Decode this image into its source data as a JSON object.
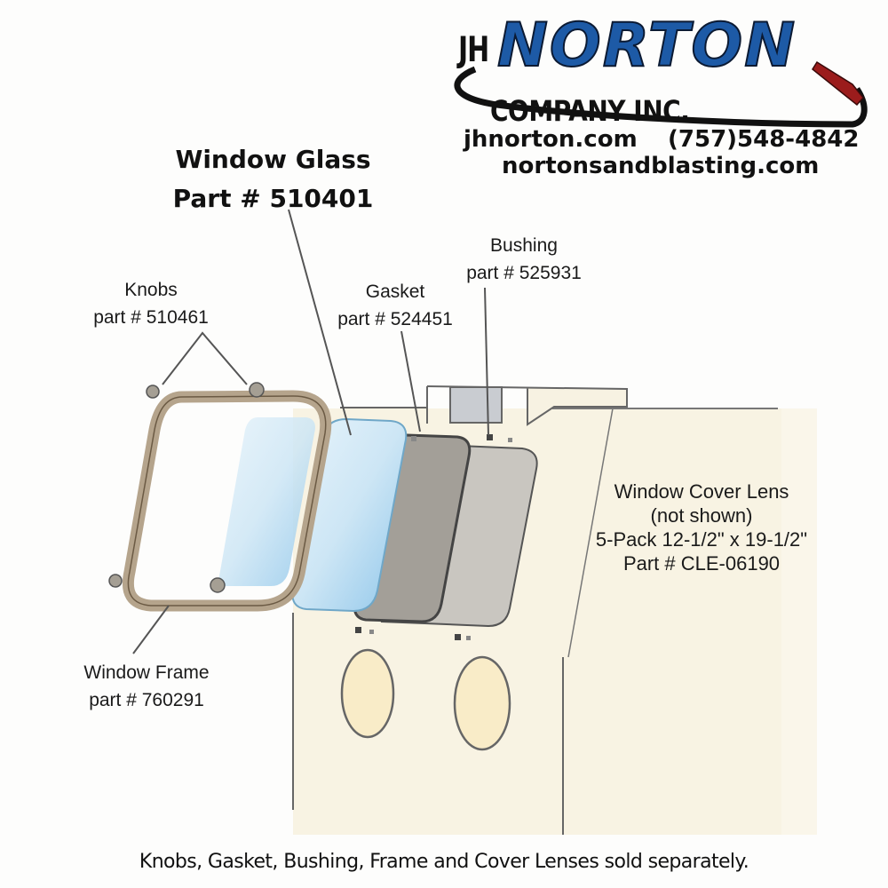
{
  "logo": {
    "prefix": "JH",
    "name": "NORTON",
    "suffix": "COMPANY INC.",
    "website": "jhnorton.com",
    "phone": "(757)548-4842",
    "website2": "nortonsandblasting.com",
    "colors": {
      "name_fill": "#1d5aa6",
      "hose": "#111111",
      "nozzle": "#9b1c1c"
    }
  },
  "diagram": {
    "title": "Window Glass",
    "title_part": "Part # 510401",
    "labels": {
      "knobs": {
        "name": "Knobs",
        "part": "part # 510461"
      },
      "gasket": {
        "name": "Gasket",
        "part": "part # 524451"
      },
      "bushing": {
        "name": "Bushing",
        "part": "part # 525931"
      },
      "frame": {
        "name": "Window Frame",
        "part": "part # 760291"
      },
      "lens": {
        "name": "Window Cover Lens",
        "note": "(not shown)",
        "pack": "5-Pack 12-1/2\" x 19-1/2\"",
        "part": "Part # CLE-06190"
      }
    },
    "colors": {
      "cabinet": "#f8f3e3",
      "glove_port": "#f9ecc8",
      "frame": "#b5a48c",
      "glass": "#bfe0f3",
      "gasket": "#9c9891",
      "panel": "#c9c6c0"
    }
  },
  "footer": {
    "note": "Knobs, Gasket, Bushing, Frame and Cover Lenses sold separately."
  }
}
